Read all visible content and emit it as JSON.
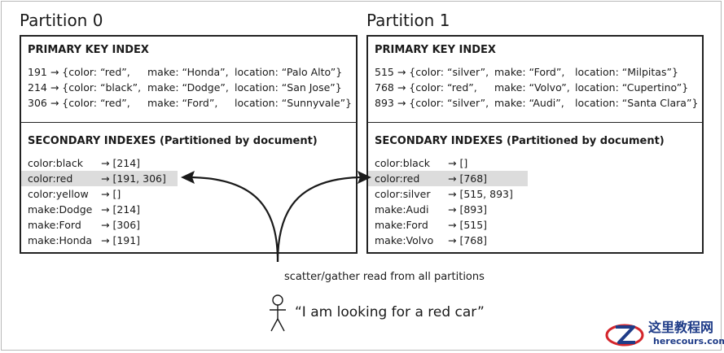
{
  "partitions": [
    {
      "title": "Partition 0",
      "primary_title": "PRIMARY KEY INDEX",
      "primary_rows": [
        {
          "key": "191 → {color: “red”,",
          "make": "make: “Honda”,",
          "location": "location: “Palo Alto”}"
        },
        {
          "key": "214 → {color: “black”,",
          "make": "make: “Dodge”,",
          "location": "location: “San Jose”}"
        },
        {
          "key": "306 → {color: “red”,",
          "make": "make: “Ford”,",
          "location": "location: “Sunnyvale”}"
        }
      ],
      "secondary_title": "SECONDARY INDEXES (Partitioned by document)",
      "secondary_rows": [
        {
          "term": "color:black",
          "postings": "→ [214]",
          "highlight": false
        },
        {
          "term": "color:red",
          "postings": "→ [191, 306]",
          "highlight": true
        },
        {
          "term": "color:yellow",
          "postings": "→ []",
          "highlight": false
        },
        {
          "term": "make:Dodge",
          "postings": "→ [214]",
          "highlight": false
        },
        {
          "term": "make:Ford",
          "postings": "→ [306]",
          "highlight": false
        },
        {
          "term": "make:Honda",
          "postings": "→ [191]",
          "highlight": false
        }
      ]
    },
    {
      "title": "Partition 1",
      "primary_title": "PRIMARY KEY INDEX",
      "primary_rows": [
        {
          "key": "515 → {color: “silver”,",
          "make": "make: “Ford”,",
          "location": "location: “Milpitas”}"
        },
        {
          "key": "768 → {color: “red”,",
          "make": "make: “Volvo”,",
          "location": "location: “Cupertino”}"
        },
        {
          "key": "893 → {color: “silver”,",
          "make": "make: “Audi”,",
          "location": "location: “Santa Clara”}"
        }
      ],
      "secondary_title": "SECONDARY INDEXES (Partitioned by document)",
      "secondary_rows": [
        {
          "term": "color:black",
          "postings": "→ []",
          "highlight": false
        },
        {
          "term": "color:red",
          "postings": "→ [768]",
          "highlight": true
        },
        {
          "term": "color:silver",
          "postings": "→ [515, 893]",
          "highlight": false
        },
        {
          "term": "make:Audi",
          "postings": "→ [893]",
          "highlight": false
        },
        {
          "term": "make:Ford",
          "postings": "→ [515]",
          "highlight": false
        },
        {
          "term": "make:Volvo",
          "postings": "→ [768]",
          "highlight": false
        }
      ]
    }
  ],
  "caption": "scatter/gather read from all partitions",
  "quote": "“I am looking for a red car”",
  "watermark": {
    "name": "这里教程网",
    "url": "herecours.com"
  },
  "colors": {
    "ink": "#1a1a1a",
    "highlight": "#dcdcdc",
    "watermark_blue": "#1f3c88",
    "watermark_red": "#d4262c"
  },
  "icons": {
    "person": "stick-figure-icon",
    "arrow": "curved-arrow",
    "logo": "z-logo-icon"
  }
}
